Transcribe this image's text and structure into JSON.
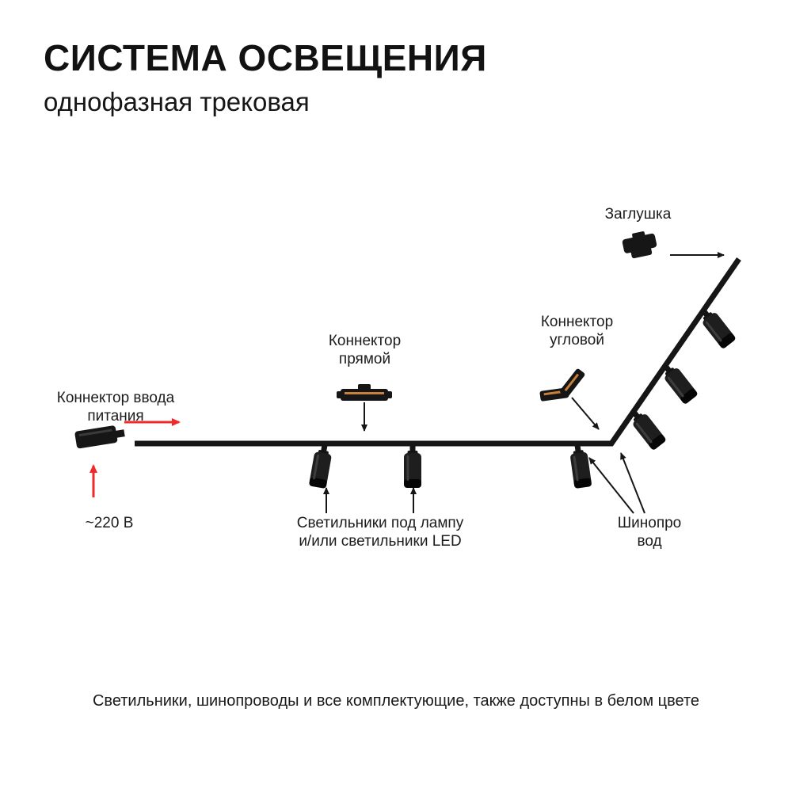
{
  "header": {
    "title": "СИСТЕМА ОСВЕЩЕНИЯ",
    "subtitle": "однофазная трековая"
  },
  "diagram": {
    "labels": {
      "end_cap": "Заглушка",
      "corner_connector": "Коннектор\nугловой",
      "straight_connector": "Коннектор\nпрямой",
      "power_input_connector": "Коннектор ввода\nпитания",
      "voltage": "~220 В",
      "fixtures": "Светильники под лампу\nи/или светильники LED",
      "busbar": "Шинопро\nвод"
    },
    "colors": {
      "track_black": "#161616",
      "accent_red_arrow": "#ee2b2b",
      "connector_contact_orange": "#c8803a"
    }
  },
  "footer": {
    "note": "Светильники, шинопроводы и все комплектующие, также доступны в белом цвете"
  }
}
